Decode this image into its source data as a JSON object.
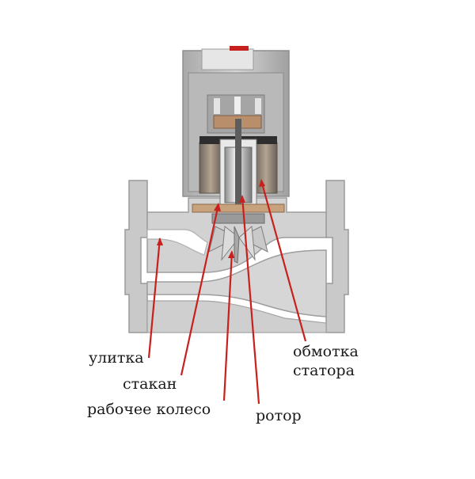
{
  "labels": {
    "volute": "улитка",
    "cup": "стакан",
    "impeller": "рабочее колесо",
    "rotor": "ротор",
    "stator_winding_line1": "обмотка",
    "stator_winding_line2": "статора"
  },
  "colors": {
    "pointer": "#c8201c",
    "housing": "#b8b8b8",
    "housing_dark": "#8a8a8a",
    "stator": "#9a8c7c",
    "rotor": "#d0d0d0"
  }
}
